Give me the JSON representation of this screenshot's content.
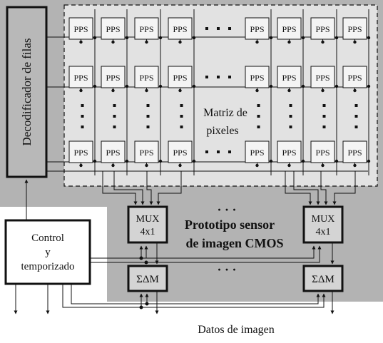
{
  "row_decoder": {
    "label": "Decodificador de filas"
  },
  "pixel_label": "PPS",
  "ellipsis": "·  ·  ·",
  "matrix": {
    "line1": "Matriz de",
    "line2": "pixeles"
  },
  "sensor": {
    "line1": "Prototipo sensor",
    "line2": "de imagen CMOS"
  },
  "mux": {
    "line1": "MUX",
    "line2": "4x1"
  },
  "sigma_delta": "ΣΔM",
  "control": {
    "line1": "Control",
    "line2": "y",
    "line3": "temporizado"
  },
  "output_caption": "Datos de imagen",
  "colors": {
    "chip_bg": "#b3b3b3",
    "matrix_bg": "#e2e2e2",
    "pixel_bg": "#f4f4f4",
    "line": "#111111"
  }
}
